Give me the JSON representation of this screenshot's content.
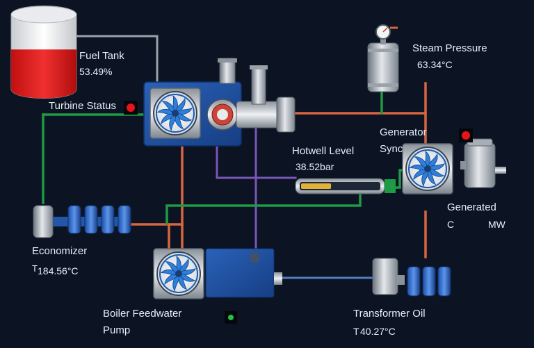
{
  "fuel_tank": {
    "label": "Fuel Tank",
    "value": "53.49%",
    "fill_percent": 53.49
  },
  "turbine_status": {
    "label": "Turbine Status",
    "indicator_color": "#e8141a"
  },
  "steam_pressure": {
    "label": "Steam Pressure",
    "value": "63.34°C"
  },
  "generator_sync": {
    "label_line1": "Generator",
    "label_line2": "Sync",
    "indicator_color": "#e8141a"
  },
  "hotwell_level": {
    "label": "Hotwell Level",
    "value": "38.52bar"
  },
  "generated": {
    "label": "Generated",
    "line2_prefix": "C",
    "line2_unit": "MW"
  },
  "economizer": {
    "label": "Economizer",
    "value_prefix": "T",
    "value": "184.56°C"
  },
  "boiler_feedwater_pump": {
    "label_line1": "Boiler Feedwater",
    "label_line2": "Pump",
    "indicator_color": "#22c24a"
  },
  "transformer_oil": {
    "label": "Transformer Oil",
    "value_prefix": "T",
    "value": "40.27°C"
  },
  "colors": {
    "background": "#0c1424",
    "pipe_orange": "#d9653f",
    "pipe_purple": "#7a56b8",
    "pipe_green": "#1f9a45",
    "pipe_blue": "#4f7fbf",
    "equipment_blue": "#1e4e9c"
  }
}
